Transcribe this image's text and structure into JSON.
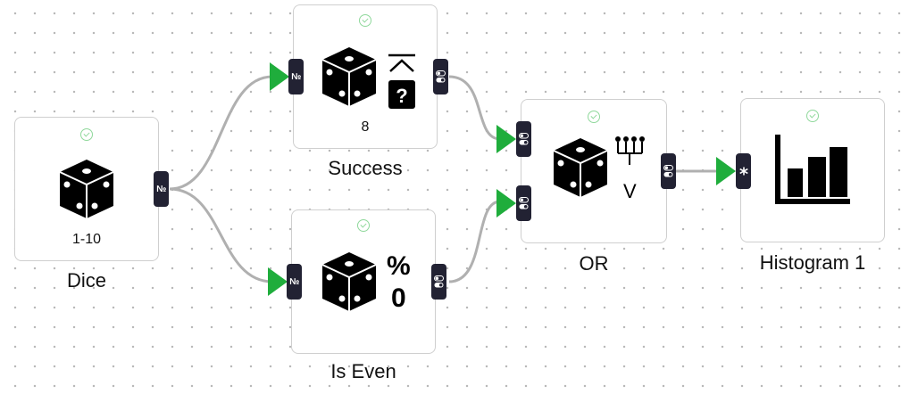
{
  "nodes": {
    "dice": {
      "title": "Dice",
      "value": "1-10"
    },
    "success": {
      "title": "Success",
      "value": "8"
    },
    "is_even": {
      "title": "Is Even",
      "percent_symbol": "%",
      "operand": "0"
    },
    "or": {
      "title": "OR",
      "operator_symbol": "V"
    },
    "histogram": {
      "title": "Histogram 1"
    }
  },
  "port_symbols": {
    "number": "№"
  },
  "colors": {
    "input_arrow": "#1fad3c",
    "port": "#222233",
    "wire": "#b0b0b0",
    "status": "#8fd89b"
  }
}
